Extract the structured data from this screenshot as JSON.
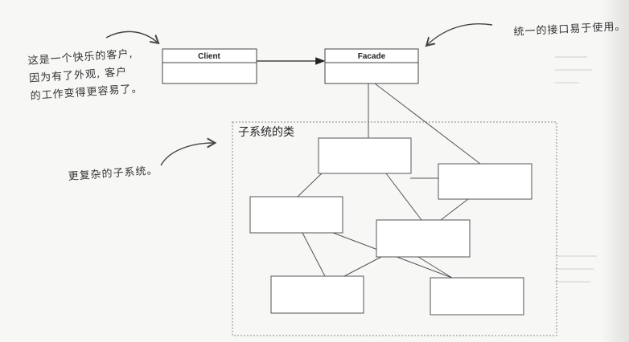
{
  "classes": {
    "client": "Client",
    "facade": "Facade"
  },
  "subsystem": {
    "title": "子系统的类"
  },
  "notes": {
    "client_note": [
      "这是一个快乐的客户,",
      "因为有了外观, 客户",
      "的工作变得更容易了。"
    ],
    "facade_note": "统一的接口易于使用。",
    "subsystem_note": "更复杂的子系统。"
  },
  "colors": {
    "ink": "#333333",
    "box_stroke": "#444444",
    "background": "#f7f7f6"
  }
}
